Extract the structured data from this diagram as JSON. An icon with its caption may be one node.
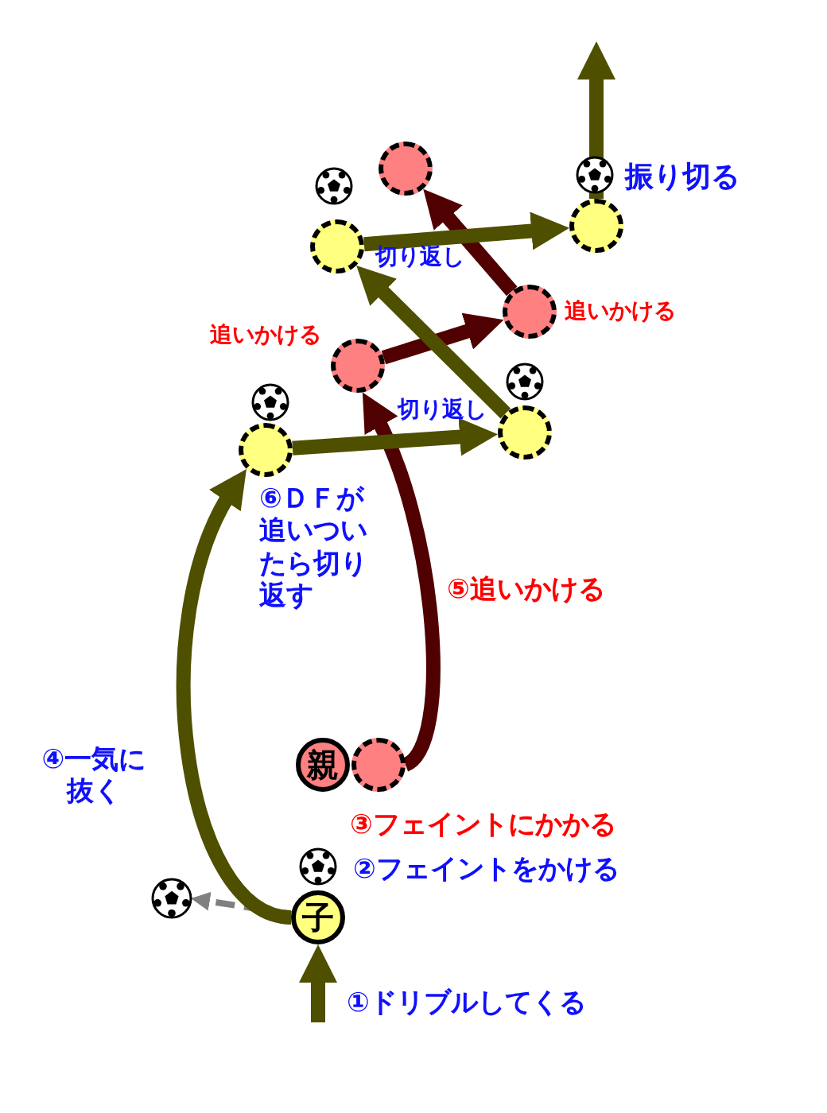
{
  "diagram": {
    "nodes": [
      {
        "text": [
          "子"
        ],
        "beside": [
          "②フェイントをかける"
        ]
      },
      {
        "text": [
          "親"
        ],
        "beside": [
          "③フェイントにかかる"
        ]
      },
      {
        "text": [],
        "shape": "circle"
      },
      {
        "text": [],
        "shape": "circle",
        "beside": [
          "⑥ＤＦが追いついたら切り返す"
        ]
      },
      {
        "text": [],
        "shape": "circle",
        "beside": [
          "追いかける"
        ]
      },
      {
        "text": [],
        "shape": "circle",
        "beside": [
          "切り返し"
        ]
      },
      {
        "text": [],
        "shape": "circle",
        "beside": [
          "追いかける"
        ]
      },
      {
        "text": [],
        "shape": "circle",
        "beside": [
          "切り返し"
        ]
      },
      {
        "text": [],
        "shape": "circle"
      },
      {
        "text": [],
        "shape": "circle",
        "beside": [
          "振り切る"
        ]
      },
      {
        "text": [],
        "shape": "ball"
      }
    ],
    "edges": [
      {
        "from": null,
        "to": 0,
        "arrow": "to",
        "label": "①ドリブルしてくる"
      },
      {
        "from": 0,
        "to": 10,
        "arrow": "to",
        "style": "dashed",
        "color": "#808080"
      },
      {
        "from": 0,
        "to": 3,
        "arrow": "to",
        "label": "④一気に抜く"
      },
      {
        "from": 2,
        "to": 4,
        "arrow": "to",
        "color": "#500000",
        "label": "⑤追いかける"
      },
      {
        "from": 3,
        "to": 5,
        "arrow": "to"
      },
      {
        "from": 4,
        "to": 6,
        "arrow": "to",
        "color": "#500000"
      },
      {
        "from": 5,
        "to": 7,
        "arrow": "to"
      },
      {
        "from": 6,
        "to": 8,
        "arrow": "to",
        "color": "#500000"
      },
      {
        "from": 7,
        "to": 9,
        "arrow": "to"
      },
      {
        "from": 9,
        "to": null,
        "arrow": "to"
      }
    ]
  }
}
